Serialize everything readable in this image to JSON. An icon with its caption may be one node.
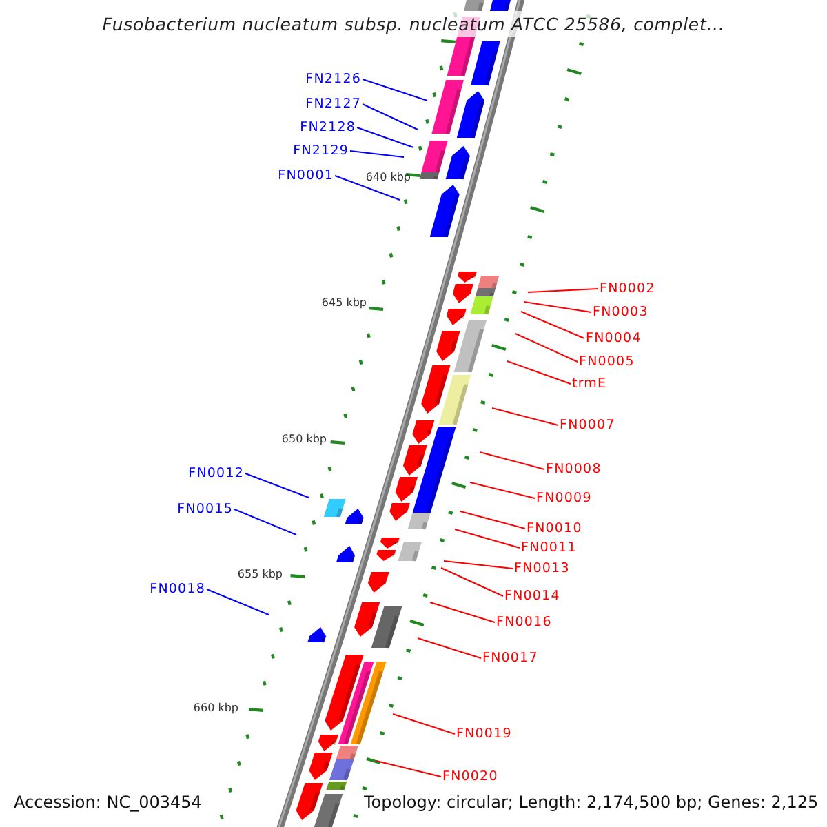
{
  "diagram": {
    "title": "Fusobacterium nucleatum subsp. nucleatum ATCC 25586, complet...",
    "nodes": [
      {
        "text": [
          "FN2126"
        ]
      },
      {
        "text": [
          "FN2127"
        ]
      },
      {
        "text": [
          "FN2128"
        ]
      },
      {
        "text": [
          "FN2129"
        ]
      },
      {
        "text": [
          "FN0001"
        ]
      },
      {
        "text": [
          "FN0002"
        ]
      },
      {
        "text": [
          "FN0003"
        ]
      },
      {
        "text": [
          "FN0004"
        ]
      },
      {
        "text": [
          "FN0005"
        ]
      },
      {
        "text": [
          "trmE"
        ]
      },
      {
        "text": [
          "FN0007"
        ]
      },
      {
        "text": [
          "FN0008"
        ]
      },
      {
        "text": [
          "FN0012"
        ]
      },
      {
        "text": [
          "FN0009"
        ]
      },
      {
        "text": [
          "FN0015"
        ]
      },
      {
        "text": [
          "FN0010"
        ]
      },
      {
        "text": [
          "FN0011"
        ]
      },
      {
        "text": [
          "FN0013"
        ]
      },
      {
        "text": [
          "FN0018"
        ]
      },
      {
        "text": [
          "FN0014"
        ]
      },
      {
        "text": [
          "FN0016"
        ]
      },
      {
        "text": [
          "FN0017"
        ]
      },
      {
        "text": [
          "FN0019"
        ]
      },
      {
        "text": [
          "FN0020"
        ]
      }
    ],
    "edges": [
      {
        "from": 0,
        "to": null,
        "arrow": "none",
        "color": "#0000ff"
      },
      {
        "from": 1,
        "to": null,
        "arrow": "none",
        "color": "#0000ff"
      },
      {
        "from": 2,
        "to": null,
        "arrow": "none",
        "color": "#0000ff"
      },
      {
        "from": 3,
        "to": null,
        "arrow": "none",
        "color": "#0000ff"
      },
      {
        "from": 4,
        "to": null,
        "arrow": "none",
        "color": "#0000ff"
      },
      {
        "from": 5,
        "to": null,
        "arrow": "none"
      },
      {
        "from": 6,
        "to": null,
        "arrow": "none"
      },
      {
        "from": 7,
        "to": null,
        "arrow": "none"
      },
      {
        "from": 8,
        "to": null,
        "arrow": "none"
      },
      {
        "from": 9,
        "to": null,
        "arrow": "none"
      },
      {
        "from": 10,
        "to": null,
        "arrow": "none"
      },
      {
        "from": 11,
        "to": null,
        "arrow": "none"
      },
      {
        "from": 12,
        "to": null,
        "arrow": "none",
        "color": "#0000ff"
      },
      {
        "from": 13,
        "to": null,
        "arrow": "none"
      },
      {
        "from": 14,
        "to": null,
        "arrow": "none",
        "color": "#0000ff"
      },
      {
        "from": 15,
        "to": null,
        "arrow": "none"
      },
      {
        "from": 16,
        "to": null,
        "arrow": "none"
      },
      {
        "from": 17,
        "to": null,
        "arrow": "none"
      },
      {
        "from": 18,
        "to": null,
        "arrow": "none",
        "color": "#0000ff"
      },
      {
        "from": 19,
        "to": null,
        "arrow": "none"
      },
      {
        "from": 20,
        "to": null,
        "arrow": "none"
      },
      {
        "from": 21,
        "to": null,
        "arrow": "none"
      },
      {
        "from": 22,
        "to": null,
        "arrow": "none"
      },
      {
        "from": 23,
        "to": null,
        "arrow": "none"
      }
    ],
    "labels": [
      "640 kbp",
      "645 kbp",
      "650 kbp",
      "655 kbp",
      "660 kbp",
      "Accession: NC_003454",
      "Topology: circular; Length: 2,174,500 bp; Genes: 2,125"
    ]
  }
}
